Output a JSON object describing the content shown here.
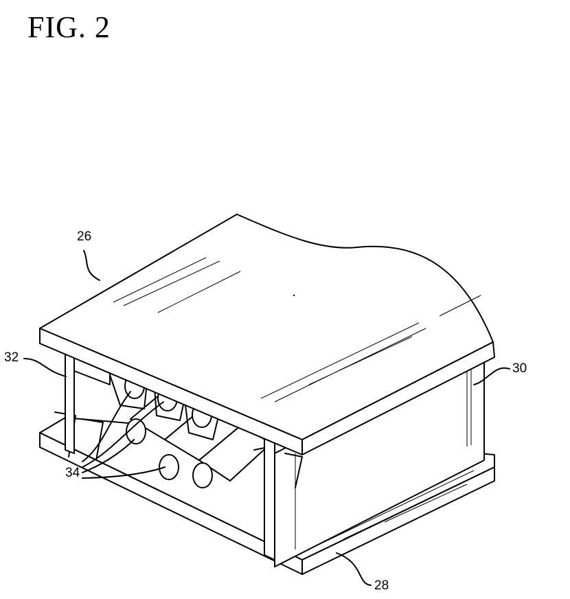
{
  "figure": {
    "title": "FIG. 2",
    "labels": {
      "top_plate": "26",
      "bottom_plate": "28",
      "right_spacer": "30",
      "left_spacer": "32",
      "rollers": "34"
    }
  }
}
